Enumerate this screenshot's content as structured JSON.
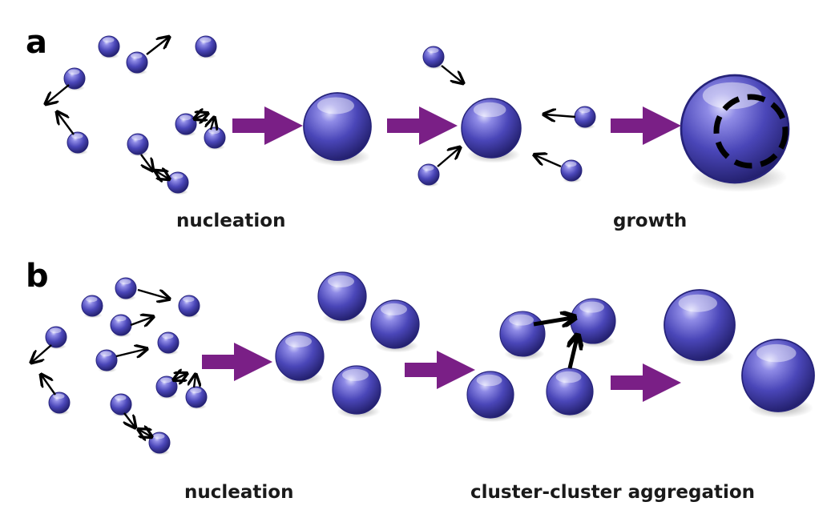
{
  "panels": [
    {
      "letter": "a",
      "labels": {
        "first": "nucleation",
        "second": "growth"
      }
    },
    {
      "letter": "b",
      "labels": {
        "first": "nucleation",
        "second": "cluster-cluster aggregation"
      }
    }
  ],
  "colors": {
    "particle": "#4a46b8",
    "particle_dark": "#26237a",
    "particle_light": "#c9c7f5",
    "process_arrow": "#7a1f86",
    "motion_arrow": "#000000",
    "growth_ring": "#000000"
  }
}
